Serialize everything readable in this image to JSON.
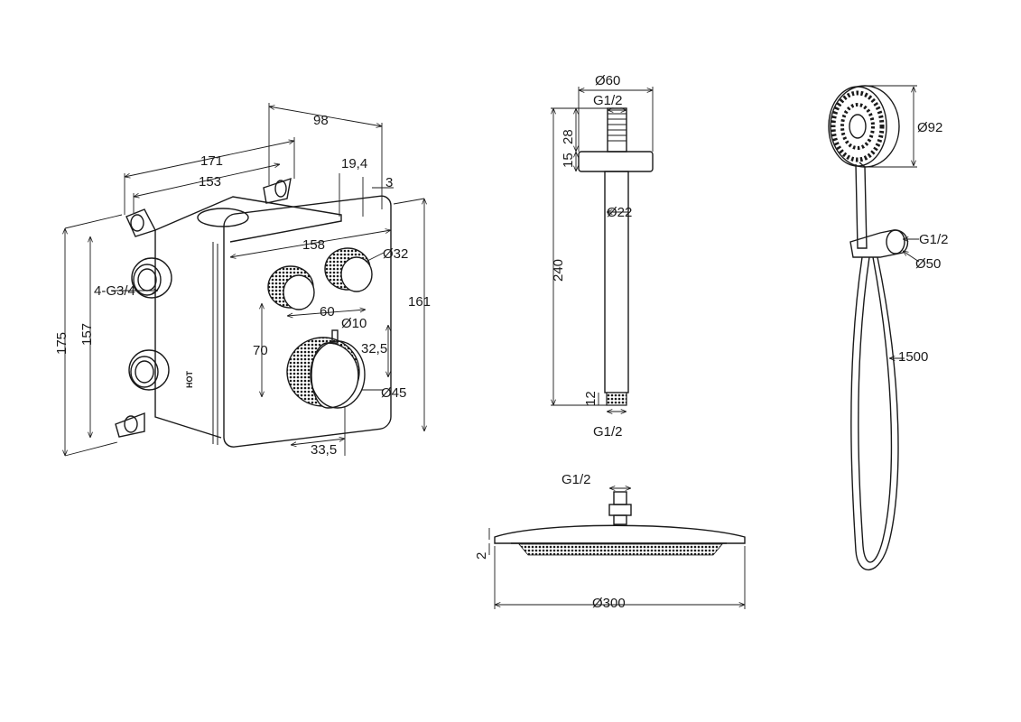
{
  "valve_box": {
    "dim_98": "98",
    "dim_171": "171",
    "dim_153": "153",
    "dim_19_4": "19,4",
    "dim_3": "3",
    "dim_158": "158",
    "dim_d32": "Ø32",
    "dim_4g34": "4-G3/4",
    "dim_60": "60",
    "dim_d10": "Ø10",
    "dim_70": "70",
    "dim_32_5": "32,5",
    "dim_175": "175",
    "dim_157": "157",
    "dim_161": "161",
    "dim_d45": "Ø45",
    "dim_33_5": "33,5",
    "label_hot": "HOT"
  },
  "shower_arm": {
    "dim_d60": "Ø60",
    "thread_top": "G1/2",
    "dim_28": "28",
    "dim_15": "15",
    "dim_d22": "Ø22",
    "dim_240": "240",
    "dim_12": "12",
    "thread_bottom": "G1/2"
  },
  "hand_shower": {
    "dim_d92": "Ø92",
    "thread": "G1/2",
    "dim_d50": "Ø50",
    "hose_length": "1500"
  },
  "rain_head": {
    "thread": "G1/2",
    "dim_2": "2",
    "dim_d300": "Ø300"
  }
}
